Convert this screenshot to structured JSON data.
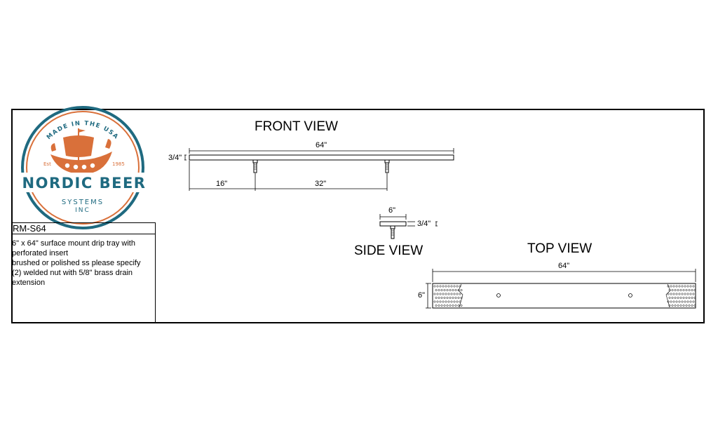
{
  "logo": {
    "arc_text": "MADE IN THE USA",
    "est_label": "Est",
    "est_year": "1985",
    "brand_name": "NORDIC BEER",
    "brand_sub": "SYSTEMS",
    "brand_sub2": "INC",
    "colors": {
      "teal": "#1f6a80",
      "orange": "#d9703a"
    }
  },
  "views": {
    "front": {
      "title": "FRONT VIEW",
      "overall_length": "64\"",
      "thickness": "3/4\"",
      "offset": "16\"",
      "spacing": "32\""
    },
    "side": {
      "title": "SIDE VIEW",
      "width": "6\"",
      "thickness": "3/4\""
    },
    "top": {
      "title": "TOP VIEW",
      "overall_length": "64\"",
      "width": "6\""
    }
  },
  "info": {
    "part_number": "RM-S64",
    "description_lines": [
      "6\" x 64\" surface mount drip tray with perforated insert",
      "brushed or polished ss please specify",
      "(2) welded nut with 5/8\" brass drain extension"
    ]
  }
}
